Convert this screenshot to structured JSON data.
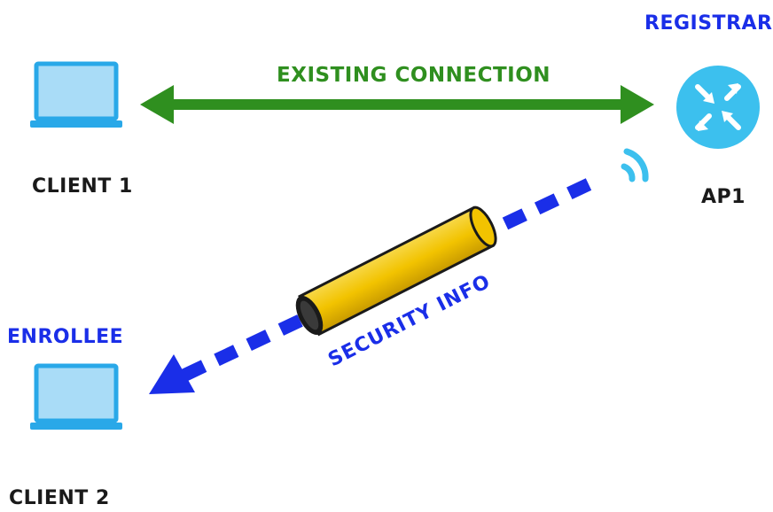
{
  "labels": {
    "registrar": "REGISTRAR",
    "existing_connection": "EXISTING CONNECTION",
    "client1": "CLIENT 1",
    "ap1": "AP1",
    "enrollee": "ENROLLEE",
    "security_info": "SECURITY INFO",
    "client2": "CLIENT 2"
  },
  "colors": {
    "connection_arrow": "#2f8f1f",
    "security_arrow": "#1a2ee8",
    "laptop_screen": "#a9dcf7",
    "laptop_frame": "#29a8e8",
    "router": "#3cc0ee",
    "tube": "#f2c300"
  },
  "icons": {
    "client1": "laptop-icon",
    "client2": "laptop-icon",
    "ap1": "router-icon",
    "signal": "wifi-signal-icon",
    "tube": "security-tube-icon"
  }
}
